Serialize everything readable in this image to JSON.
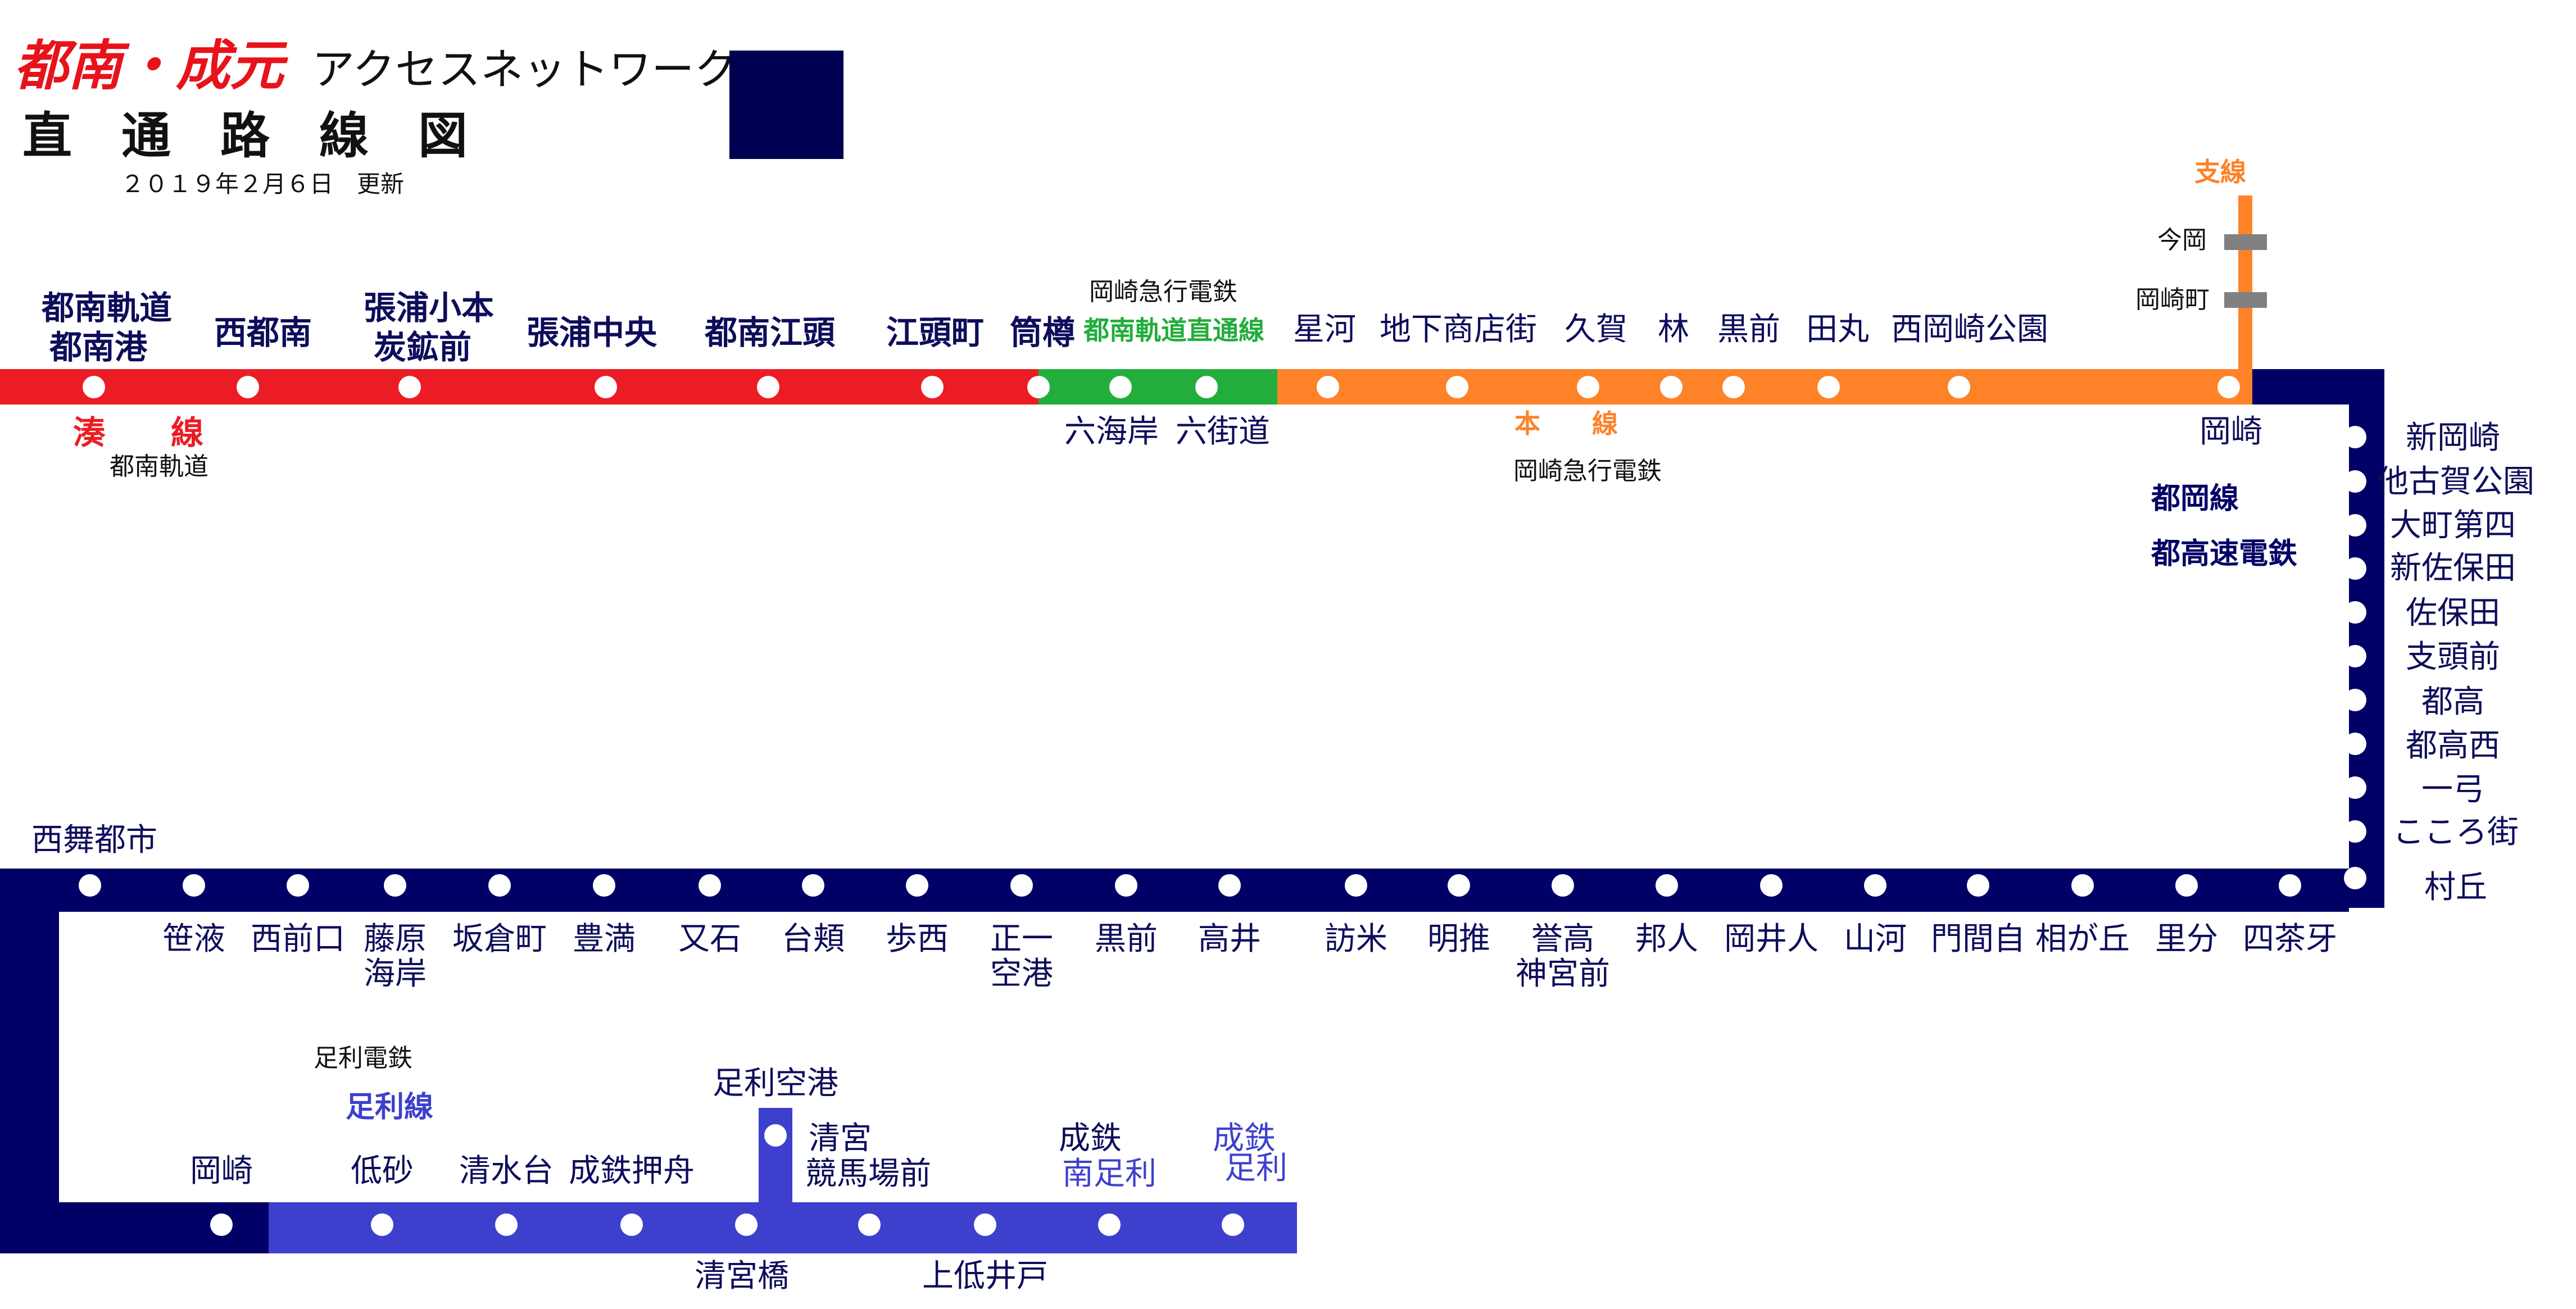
{
  "header": {
    "brand": "都南・成元",
    "subtitle": "アクセスネットワーク",
    "title": "直　通　路　線　図",
    "updated": "２０１９年２月６日　更新"
  },
  "colors": {
    "minato_line": "#ec1c24",
    "through_line": "#22ad3c",
    "main_line": "#fd8228",
    "branch_line": "#fd8228",
    "tooka_line": "#000066",
    "ashikaga_line": "#3d40cd",
    "legend_box": "#000050",
    "branch_marker": "#808080"
  },
  "lines": {
    "minato": {
      "name": "湊　　線",
      "operator": "都南軌道"
    },
    "through": {
      "name": "都南軌道直通線",
      "operator": "岡崎急行電鉄"
    },
    "main": {
      "name": "本　　線",
      "operator": "岡崎急行電鉄"
    },
    "branch": {
      "name": "支線"
    },
    "tooka": {
      "name": "都岡線",
      "operator": "都高速電鉄"
    },
    "ashikaga": {
      "name": "足利線",
      "operator": "足利電鉄"
    }
  },
  "stations": {
    "top_labels": [
      "都南軌道\n都南港",
      "西都南",
      "張浦小本\n炭鉱前",
      "張浦中央",
      "都南江頭",
      "江頭町",
      "筒樽",
      "星河",
      "地下商店街",
      "久賀",
      "林",
      "黒前",
      "田丸",
      "西岡崎公園"
    ],
    "through_below": [
      "六海岸",
      "六街道"
    ],
    "okazaki": "岡崎",
    "branch_stations": [
      "今岡",
      "岡崎町"
    ],
    "right_column": [
      "新岡崎",
      "他古賀公園",
      "大町第四",
      "新佐保田",
      "佐保田",
      "支頭前",
      "都高",
      "都高西",
      "一弓",
      "こころ街",
      "村丘"
    ],
    "row2_west_end": "西舞都市",
    "row2": [
      "笹液",
      "西前口",
      "藤原\n海岸",
      "坂倉町",
      "豊満",
      "又石",
      "台頬",
      "歩西",
      "正一\n空港",
      "黒前",
      "高井",
      "訪米",
      "明推",
      "誉高\n神宮前",
      "邦人",
      "岡井人",
      "山河",
      "門間自",
      "相が丘",
      "里分",
      "四茶牙"
    ],
    "row3_okazaki": "岡崎",
    "row3": [
      "低砂",
      "清水台",
      "成鉄押舟"
    ],
    "airport": "足利空港",
    "kiyomiya": "清宮\n競馬場前",
    "kiyomiyabashi": "清宮橋",
    "kamitei": "上低井戸",
    "minami_ashikaga": "成鉄\n南足利",
    "ashikaga": "成鉄\n足利"
  }
}
